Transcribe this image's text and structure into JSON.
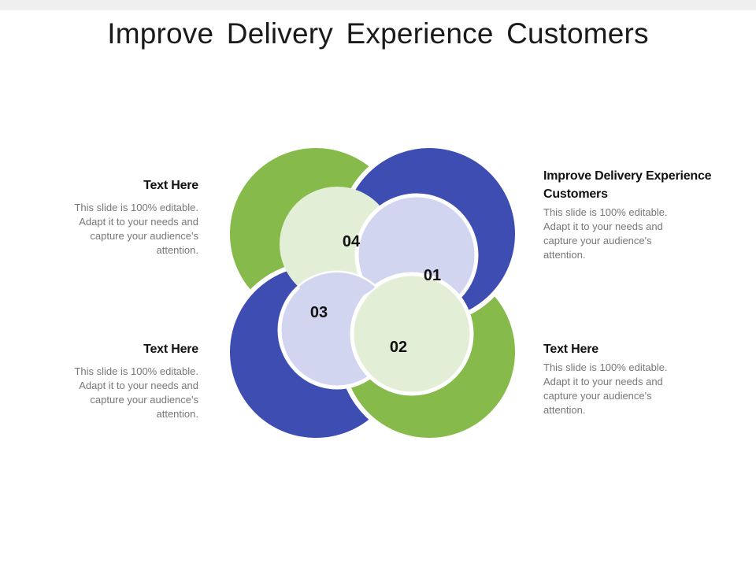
{
  "title": "Improve Delivery Experience Customers",
  "colors": {
    "green": "#86ba4a",
    "blue": "#3d4db1",
    "light_green": "#e2efd6",
    "light_blue": "#d1d5ef"
  },
  "segments": [
    {
      "number": "01",
      "color": "blue"
    },
    {
      "number": "02",
      "color": "green"
    },
    {
      "number": "03",
      "color": "blue"
    },
    {
      "number": "04",
      "color": "green"
    }
  ],
  "blocks": {
    "top_left": {
      "heading": "Text Here",
      "body": "This slide is 100% editable. Adapt it to your needs and capture your audience's attention."
    },
    "bottom_left": {
      "heading": "Text Here",
      "body": "This slide is 100% editable. Adapt it to your needs and capture your audience's attention."
    },
    "top_right": {
      "heading": "Improve Delivery Experience Customers",
      "body": "This slide is 100% editable. Adapt it to your needs and capture your audience's attention."
    },
    "bottom_right": {
      "heading": "Text Here",
      "body": "This slide is 100% editable. Adapt it to your needs and capture your audience's attention."
    }
  }
}
